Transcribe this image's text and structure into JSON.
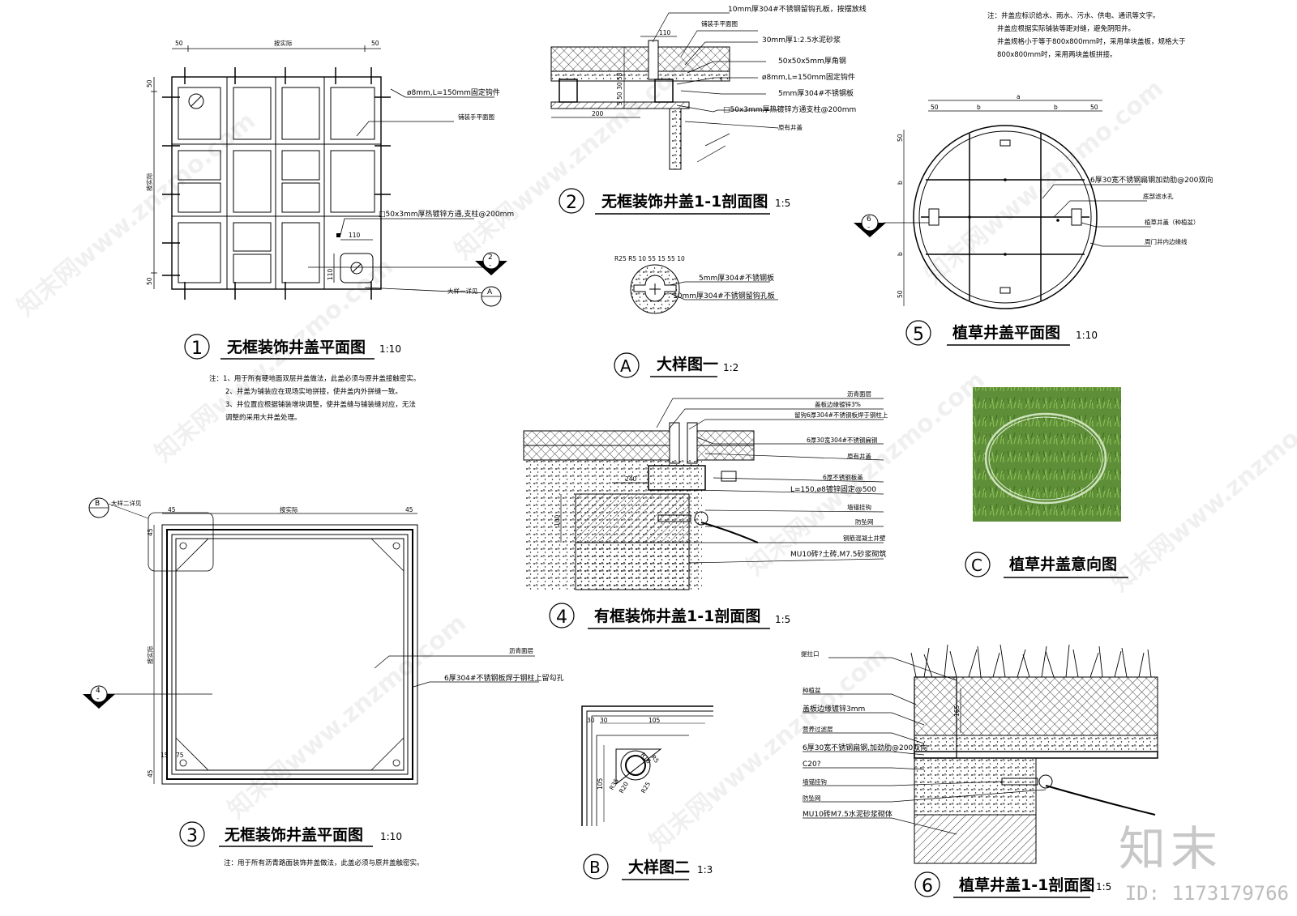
{
  "drawings": {
    "d1": {
      "num": "1",
      "title": "无框装饰井盖平面图",
      "scale": "1:10",
      "dims": {
        "top_left": "50",
        "top_mid": "按实际",
        "top_right": "50",
        "left_top": "50",
        "left_mid": "按实际",
        "left_bot": "50",
        "hole_w": "110",
        "hole_h": "110"
      },
      "callouts": [
        "ø8mm,L=150mm固定钩件",
        "铺装手平面图",
        "□50x3mm厚热镀锌方通,支柱@200mm"
      ],
      "marks": {
        "sec2_num": "2",
        "sec_dash": "-",
        "detA_label": "大样一详见",
        "detA_letter": "A"
      },
      "notes": [
        "注：1、用于所有硬地面双层井盖做法，此盖必须与原井盖接触密实。",
        "2、井盖为铺装应在现场实地拼接，使井盖内外拼缝一致。",
        "3、井位置应根据铺装增块调整，使井盖缝与铺装缝对应，无法",
        "调整的采用大井盖处理。"
      ]
    },
    "d2": {
      "num": "2",
      "title": "无框装饰井盖1-1剖面图",
      "scale": "1:5",
      "dims": {
        "w110": "110",
        "w200": "200",
        "h_stack": "5 50 30 58"
      },
      "callouts": [
        "10mm厚304#不锈钢留钩孔板，按摆放线",
        "铺装手平面图",
        "30mm厚1:2.5水泥砂浆",
        "50x50x5mm厚角钢",
        "ø8mm,L=150mm固定钩件",
        "5mm厚304#不锈钢板",
        "□50x3mm厚热镀锌方通支柱@200mm",
        "原有井盖"
      ]
    },
    "dA": {
      "letter": "A",
      "title": "大样图一",
      "scale": "1:2",
      "dims": "R25 R5 10 55 15 55 10",
      "callouts": [
        "5mm厚304#不锈钢板",
        "10mm厚304#不锈钢留钩孔板"
      ]
    },
    "d3": {
      "num": "3",
      "title": "无框装饰井盖平面图",
      "scale": "1:10",
      "dims": {
        "top_left": "45",
        "top_mid": "按实际",
        "top_right": "45",
        "left_top": "45",
        "left_mid": "按实际",
        "left_bot": "45",
        "c15": "15",
        "c75": "75"
      },
      "callouts": [
        "沥青面层",
        "6厚304#不锈钢板焊于钢柱上留勾孔"
      ],
      "marks": {
        "detB_letter": "B",
        "detB_label": "大样二详见",
        "sec4_num": "4",
        "sec_dash": "-"
      },
      "note": "注：用于所有沥青路面装饰井盖做法，此盖必须与原井盖触密实。"
    },
    "d4": {
      "num": "4",
      "title": "有框装饰井盖1-1剖面图",
      "scale": "1:5",
      "dims": {
        "w240": "240",
        "h100": "100"
      },
      "callouts": [
        "沥青面层",
        "盖板边缘镀锌3%",
        "留钩6厚304#不锈钢板焊于钢柱上",
        "6厚30宽304#不锈钢扁钢",
        "原有井盖",
        "6厚不锈钢板盖",
        "L=150,ø8镀锌固定@500",
        "墙锚挂钩",
        "防坠网",
        "钢筋混凝土井壁",
        "MU10砖?土砖,M7.5砂浆砌筑"
      ]
    },
    "dB": {
      "letter": "B",
      "title": "大样图二",
      "scale": "1:3",
      "dims": [
        "30",
        "30",
        "105",
        "105",
        "R35",
        "R20",
        "R25",
        "R16",
        "R5"
      ]
    },
    "d5": {
      "num": "5",
      "title": "植草井盖平面图",
      "scale": "1:10",
      "dims": {
        "top_a": "a",
        "top_50l": "50",
        "top_b1": "b",
        "top_b2": "b",
        "top_50r": "50",
        "left_50t": "50",
        "left_b1": "b",
        "left_b2": "b",
        "left_50b": "50"
      },
      "callouts": [
        "6厚30宽不锈钢扁钢加劲肋@200双向",
        "底部滤水孔",
        "植草井盖（种植盆）",
        "周门井内边缘线"
      ],
      "marks": {
        "sec6_num": "6",
        "sec_dash": "-"
      },
      "notes": [
        "注：井盖应标识给水、雨水、污水、供电、通讯等文字。",
        "井盖应根据实际铺装等距对缝，避免阴阳井。",
        "井盖规格小于等于800x800mm时，采用单块盖板，规格大于",
        "800x800mm时，采用两块盖板拼接。"
      ]
    },
    "dC": {
      "letter": "C",
      "title": "植草井盖意向图"
    },
    "d6": {
      "num": "6",
      "title": "植草井盖1-1剖面图",
      "scale": "1:5",
      "dims": {
        "h165": "165"
      },
      "callouts": [
        "提拉口",
        "种植盆",
        "盖板边缘镀锌3mm",
        "营养过滤层",
        "6厚30宽不锈钢扁钢,加劲肋@200双向",
        "C20?",
        "墙锚挂钩",
        "防坠网",
        "MU10砖M7.5水泥砂浆砌体"
      ]
    }
  },
  "watermark": {
    "site": "www.znzmo.com",
    "brand": "知末网"
  },
  "logo": "知末",
  "id_label": "ID: 1173179766"
}
